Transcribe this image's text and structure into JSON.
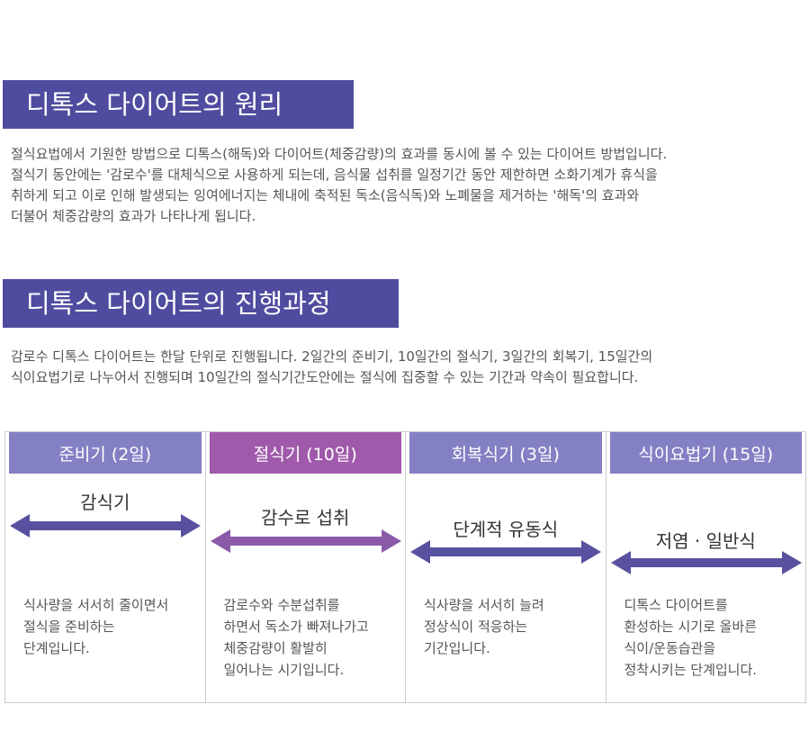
{
  "sections": [
    {
      "title": "디톡스 다이어트의 원리",
      "paragraph_lines": [
        "절식요법에서 기원한 방법으로 디톡스(해독)와 다이어트(체중감량)의 효과를 동시에 볼 수 있는 다이어트 방법입니다.",
        "절식기 동안에는 '감로수'를 대체식으로 사용하게 되는데, 음식물 섭취를 일정기간 동안 제한하면 소화기계가 휴식을",
        "취하게 되고 이로 인해 발생되는 잉여에너지는 체내에 축적된 독소(음식독)와 노폐물을 제거하는 '해독'의 효과와",
        "더불어 체중감량의 효과가 나타나게 됩니다."
      ]
    },
    {
      "title": "디톡스 다이어트의 진행과정",
      "paragraph_lines": [
        "감로수 디톡스 다이어트는 한달 단위로 진행됩니다. 2일간의 준비기, 10일간의 절식기, 3일간의 회복기, 15일간의",
        "식이요법기로 나누어서 진행되며 10일간의 절식기간도안에는 절식에 집중할 수 있는 기간과 약속이 필요합니다."
      ]
    }
  ],
  "phases": [
    {
      "header": "준비기 (2일)",
      "label": "감식기",
      "color": "#8380c4",
      "desc_lines": [
        "식사량을 서서히 줄이면서",
        "절식을 준비하는",
        "단계입니다."
      ]
    },
    {
      "header": "절식기 (10일)",
      "label": "감수로 섭취",
      "color": "#a05aab",
      "desc_lines": [
        "감로수와 수분섭취를",
        "하면서 독소가 빠져나가고",
        "체중감량이 활발히",
        "일어나는 시기입니다."
      ]
    },
    {
      "header": "회복식기 (3일)",
      "label": "단계적 유동식",
      "color": "#8380c4",
      "desc_lines": [
        "식사량을 서서히 늘려",
        "정상식이 적응하는",
        "기간입니다."
      ]
    },
    {
      "header": "식이요법기 (15일)",
      "label": "저염 · 일반식",
      "color": "#8380c4",
      "desc_lines": [
        "디톡스 다이어트를",
        "환성하는 시기로 올바른",
        "식이/운동습관을",
        "정착시키는 단계입니다."
      ]
    }
  ],
  "colors": {
    "title_bg": "#4f4ca0",
    "arrow_blue": "#57519f",
    "arrow_purple": "#8a5aa8"
  }
}
